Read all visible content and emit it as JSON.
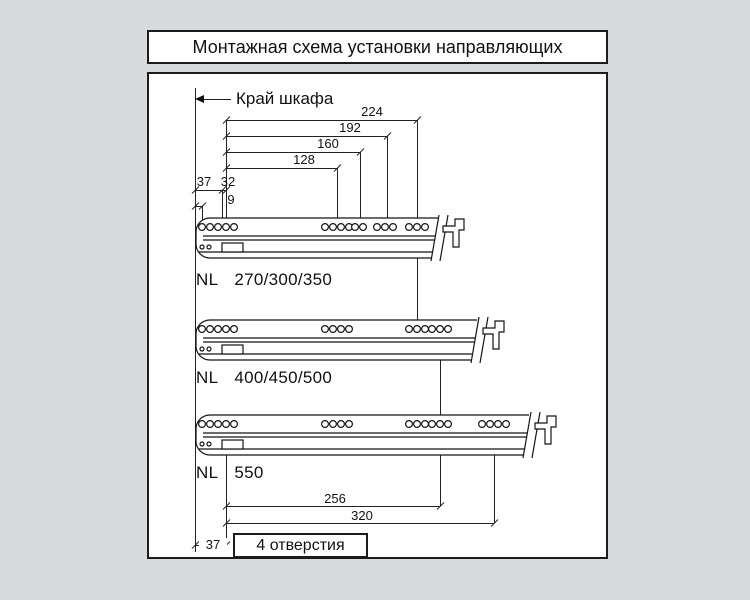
{
  "title": "Монтажная схема установки направляющих",
  "edge_label": "Край шкафа",
  "holes_note": "4 отверстия",
  "slides": [
    {
      "prefix": "NL",
      "sizes": "270/300/350"
    },
    {
      "prefix": "NL",
      "sizes": "400/450/500"
    },
    {
      "prefix": "NL",
      "sizes": "550"
    }
  ],
  "dims": {
    "d224": "224",
    "d192": "192",
    "d160": "160",
    "d128": "128",
    "d37_top": "37",
    "d32": "32",
    "d9": "9",
    "d256": "256",
    "d320": "320",
    "d37_bottom": "37"
  },
  "colors": {
    "background": "#d7dbde",
    "ink": "#111111",
    "paper": "#ffffff"
  }
}
